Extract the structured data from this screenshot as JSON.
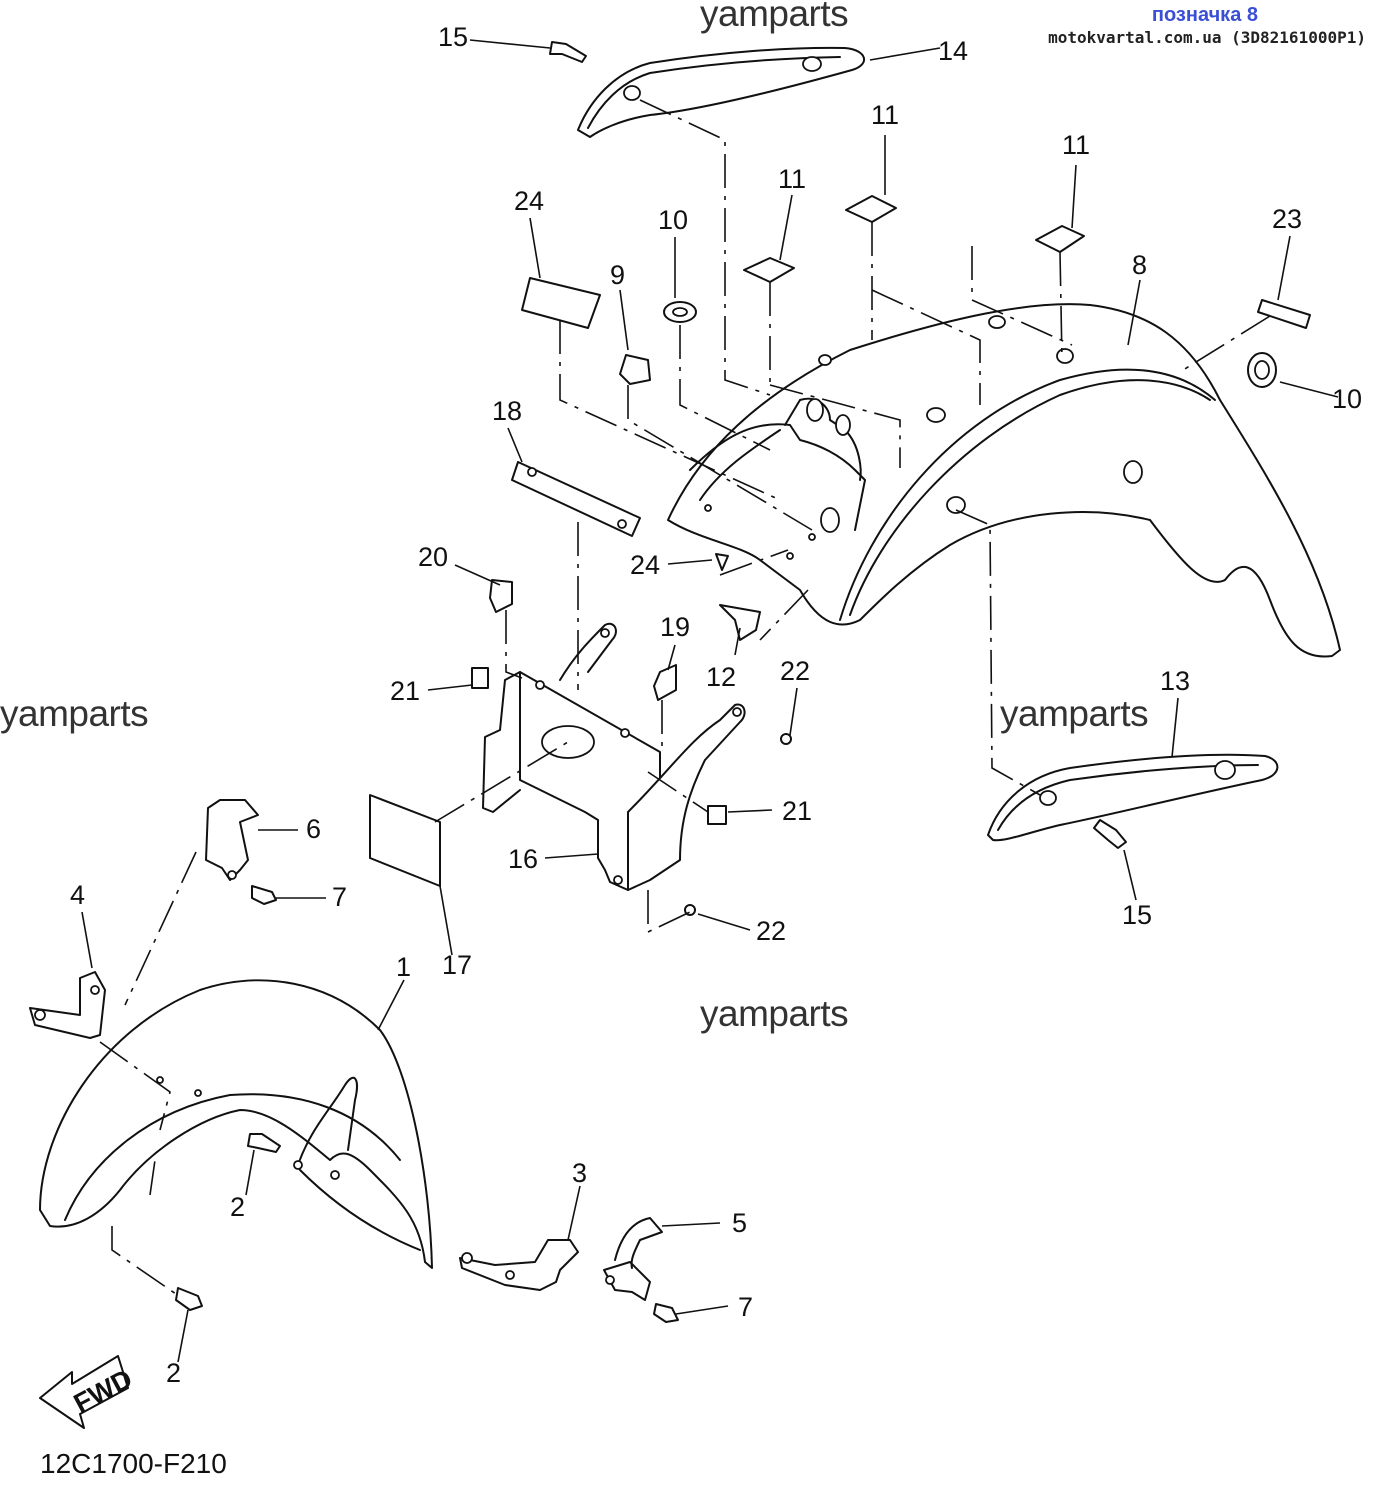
{
  "header": {
    "title": "позначка 8",
    "site": "motokvartal.com.ua (3D82161000P1)"
  },
  "watermarks": [
    "yamparts",
    "yamparts",
    "yamparts",
    "yamparts"
  ],
  "figure_code": "12C1700-F210",
  "fwd_label": "FWD",
  "callouts": [
    "15",
    "14",
    "11",
    "11",
    "11",
    "24",
    "10",
    "9",
    "23",
    "8",
    "10",
    "18",
    "20",
    "24",
    "19",
    "12",
    "22",
    "21",
    "21",
    "16",
    "22",
    "17",
    "13",
    "15",
    "6",
    "7",
    "4",
    "1",
    "3",
    "5",
    "2",
    "7",
    "2"
  ]
}
